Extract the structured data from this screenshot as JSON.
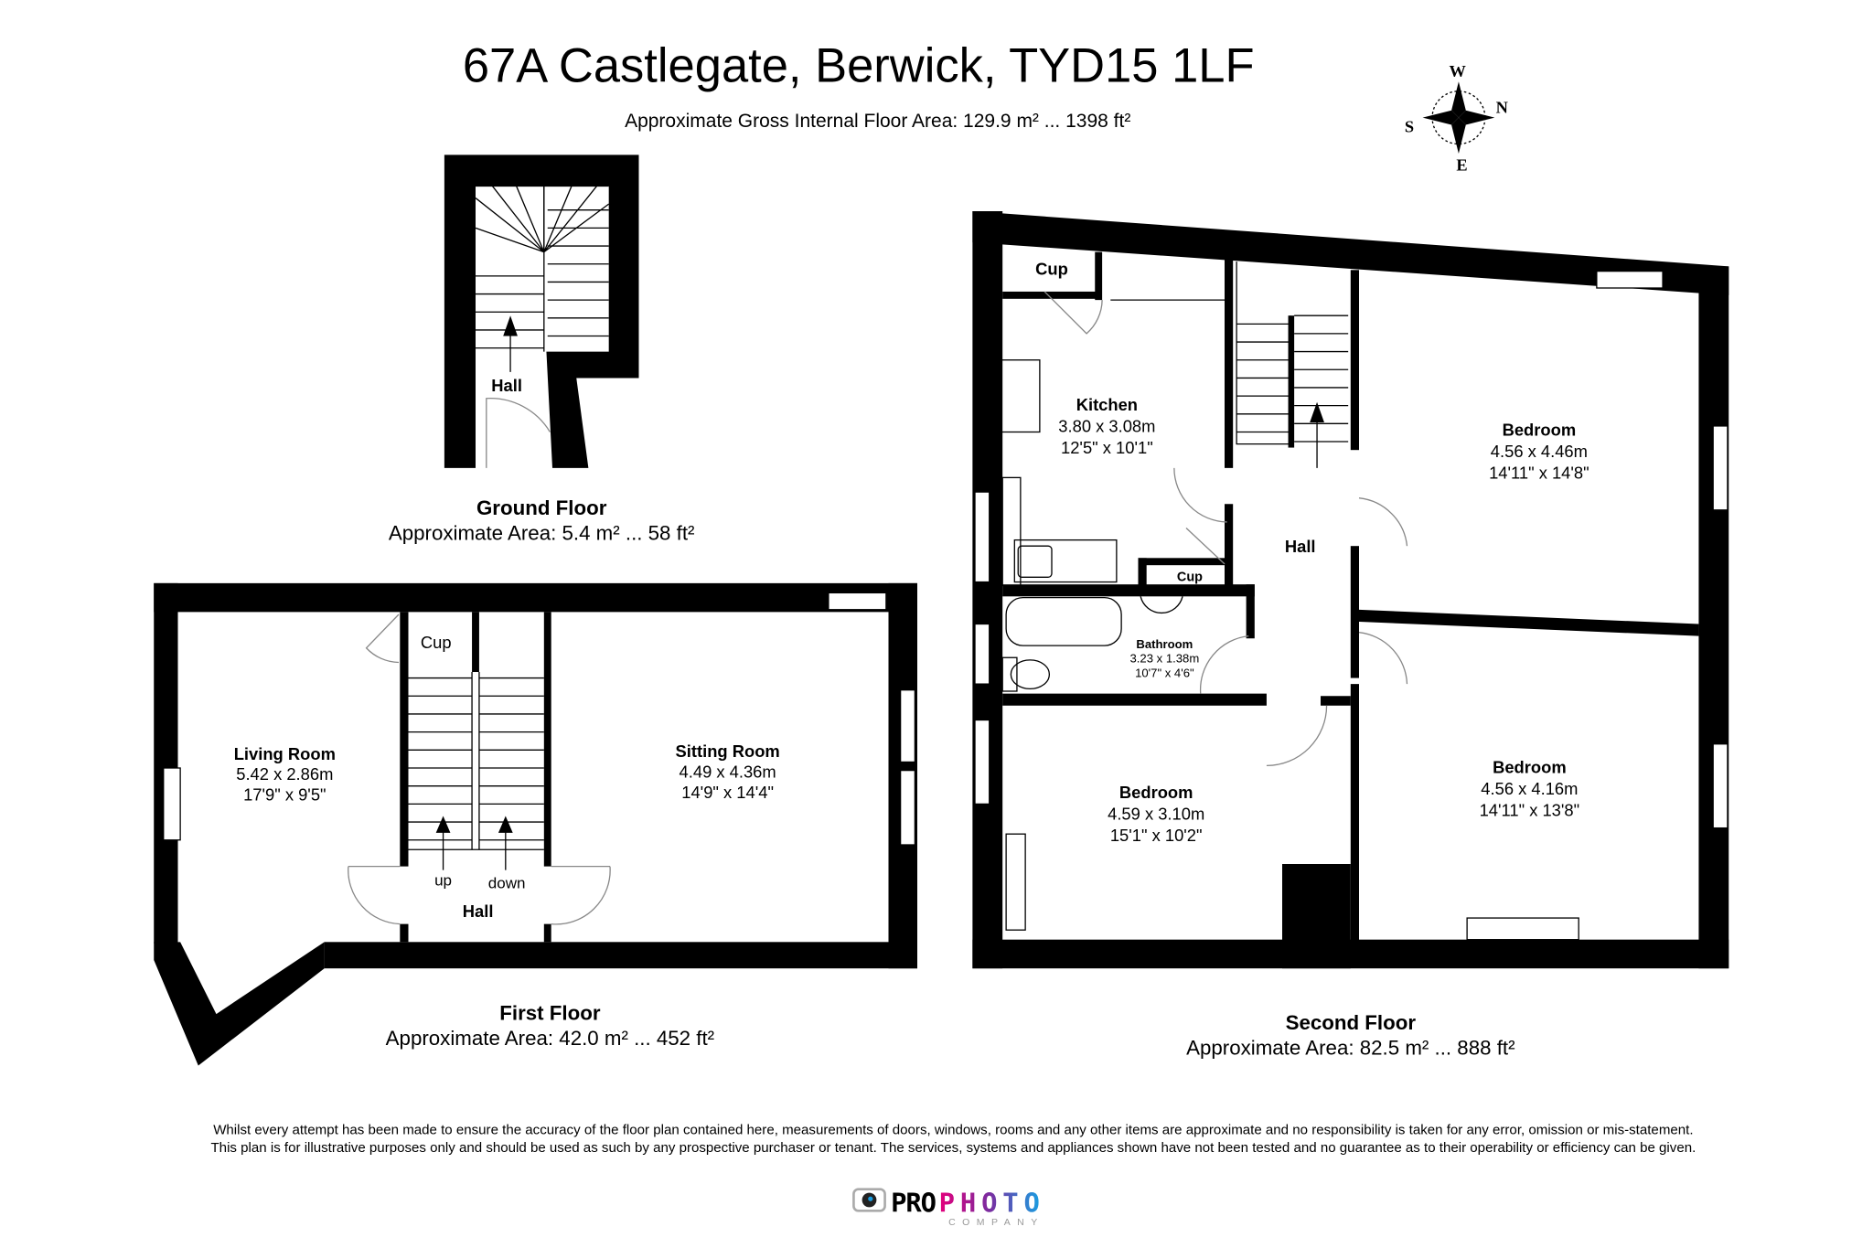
{
  "title": "67A Castlegate, Berwick, TYD15 1LF",
  "subtitle": "Approximate Gross Internal Floor Area: 129.9 m² ... 1398 ft²",
  "compass": {
    "w": "W",
    "n": "N",
    "s": "S",
    "e": "E"
  },
  "ground": {
    "name": "Ground Floor",
    "area": "Approximate Area: 5.4 m² ... 58 ft²",
    "hall": "Hall"
  },
  "first": {
    "name": "First Floor",
    "area": "Approximate Area: 42.0 m² ... 452 ft²",
    "living": {
      "name": "Living Room",
      "m": "5.42 x 2.86m",
      "ft": "17'9\" x 9'5\""
    },
    "sitting": {
      "name": "Sitting Room",
      "m": "4.49 x 4.36m",
      "ft": "14'9\" x 14'4\""
    },
    "cup": "Cup",
    "hall": "Hall",
    "up": "up",
    "down": "down"
  },
  "second": {
    "name": "Second Floor",
    "area": "Approximate Area: 82.5 m² ... 888 ft²",
    "cup1": "Cup",
    "cup2": "Cup",
    "hall": "Hall",
    "kitchen": {
      "name": "Kitchen",
      "m": "3.80 x 3.08m",
      "ft": "12'5\" x 10'1\""
    },
    "bathroom": {
      "name": "Bathroom",
      "m": "3.23 x 1.38m",
      "ft": "10'7\" x 4'6\""
    },
    "bed1": {
      "name": "Bedroom",
      "m": "4.56 x 4.46m",
      "ft": "14'11\" x 14'8\""
    },
    "bed2": {
      "name": "Bedroom",
      "m": "4.59 x 3.10m",
      "ft": "15'1\" x 10'2\""
    },
    "bed3": {
      "name": "Bedroom",
      "m": "4.56 x 4.16m",
      "ft": "14'11\" x 13'8\""
    }
  },
  "disclaimer": [
    "Whilst every attempt has been made to ensure the accuracy of the floor plan contained here, measurements of doors, windows, rooms and any other items are approximate and no responsibility is taken for any error, omission or mis-statement.",
    "This plan is for illustrative purposes only and should be used as such by any prospective purchaser or tenant. The services, systems and appliances shown have not been tested and no guarantee as to their operability or efficiency can be given."
  ],
  "logo": {
    "pro": "PRO",
    "photo": "PHOTO",
    "company": "COMPANY"
  }
}
